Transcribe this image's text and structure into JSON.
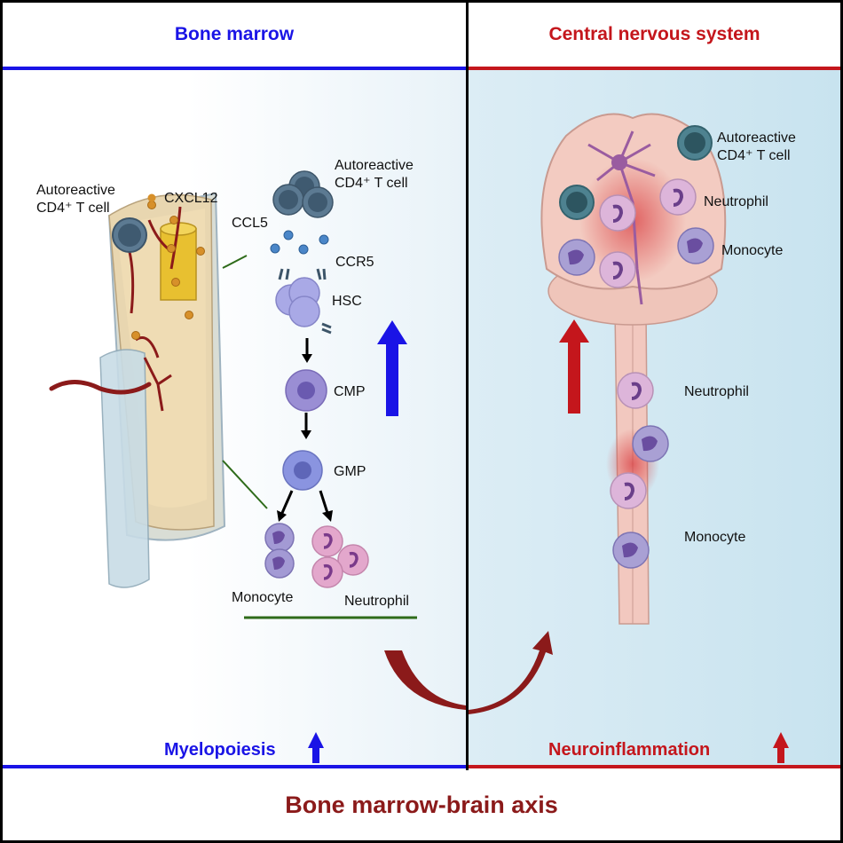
{
  "colors": {
    "bone_marrow_accent": "#1a14e6",
    "cns_accent": "#c4161c",
    "axis_title": "#8b1a1a",
    "connector_line": "#2e6b1a"
  },
  "panels": {
    "left": {
      "title": "Bone marrow",
      "footer_label": "Myelopoiesis",
      "footer_trend": "up-arrow-icon",
      "labels": {
        "t_cell_bone": [
          "Autoreactive",
          "CD4⁺ T cell"
        ],
        "cxcl12": "CXCL12",
        "t_cell_cluster": [
          "Autoreactive",
          "CD4⁺ T cell"
        ],
        "ccl5": "CCL5",
        "ccr5": "CCR5",
        "hsc": "HSC",
        "cmp": "CMP",
        "gmp": "GMP",
        "monocyte": "Monocyte",
        "neutrophil": "Neutrophil"
      }
    },
    "right": {
      "title": "Central nervous system",
      "footer_label": "Neuroinflammation",
      "footer_trend": "up-arrow-icon",
      "labels": {
        "t_cell": [
          "Autoreactive",
          "CD4⁺ T cell"
        ],
        "brain_neutrophil": "Neutrophil",
        "brain_monocyte": "Monocyte",
        "cord_neutrophil": "Neutrophil",
        "cord_monocyte": "Monocyte"
      }
    }
  },
  "bottom_title": "Bone marrow-brain axis"
}
